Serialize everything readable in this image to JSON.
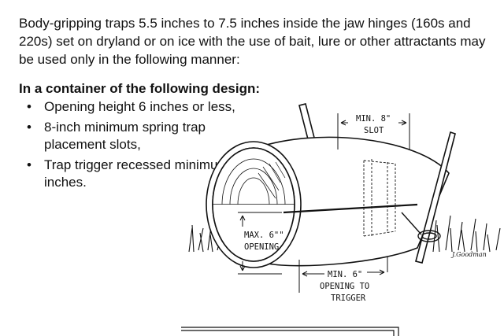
{
  "intro": "Body-gripping traps 5.5 inches to 7.5 inches inside the jaw hinges (160s and 220s) set on dryland or on ice with the use of bait, lure or other attractants may be used only in the following manner:",
  "heading": "In a container of the following design:",
  "bullets": [
    "Opening height 6 inches or less,",
    "8-inch minimum spring trap placement slots,",
    "Trap trigger recessed minimum of 6 inches."
  ],
  "diagram": {
    "slot_label_line1": "MIN. 8\"",
    "slot_label_line2": "SLOT",
    "opening_label_line1": "MAX. 6\"\"",
    "opening_label_line2": "OPENING",
    "trigger_label_line1": "MIN. 6\"",
    "trigger_label_line2": "OPENING TO",
    "trigger_label_line3": "TRIGGER",
    "signature": "J.Goodman"
  }
}
